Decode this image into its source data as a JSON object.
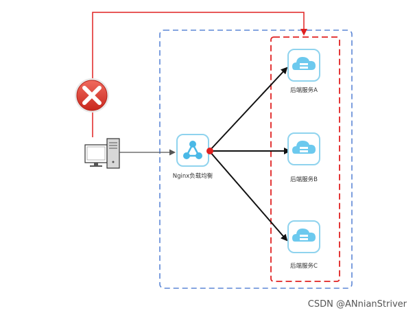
{
  "nodes": {
    "nginx": {
      "label": "Nginx负载均衡"
    },
    "backend_a": {
      "label": "后端服务A"
    },
    "backend_b": {
      "label": "后端服务B"
    },
    "backend_c": {
      "label": "后端服务C"
    }
  },
  "watermark": "CSDN @ANnianStriver",
  "colors": {
    "client_to_backend_path": "#e02020",
    "blocked_icon": "#d9342b",
    "outer_group_border": "#5b86d6",
    "backend_group_border": "#e02020",
    "nginx_to_backend_arrows": "#111111",
    "client_to_nginx_arrow": "#555555",
    "node_icon_fill": "#6cc9ee",
    "node_icon_border": "#8fd3ee",
    "junction_dot": "#e02020"
  },
  "icons": {
    "client": "desktop-computer-icon",
    "blocked": "blocked-x-icon",
    "nginx": "load-balancer-icon",
    "backend": "cloud-server-icon"
  }
}
